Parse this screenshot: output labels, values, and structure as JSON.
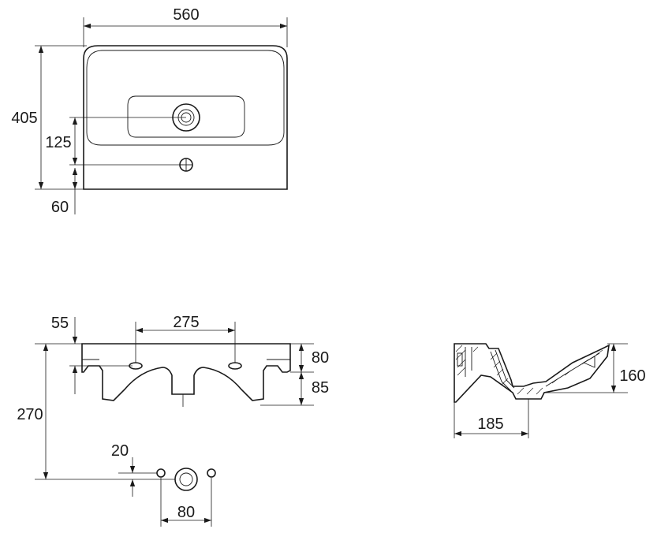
{
  "top_view": {
    "width_label": "560",
    "depth_label": "405",
    "tap_offset_label": "125",
    "overflow_offset_label": "60"
  },
  "front_view": {
    "edge_offset_label": "55",
    "hole_spacing_label": "275",
    "upper_height_label": "80",
    "lower_height_label": "85",
    "total_height_label": "270"
  },
  "detail_view": {
    "offset_label": "20",
    "spacing_label": "80"
  },
  "side_view": {
    "height_label": "160",
    "depth_label": "185"
  }
}
